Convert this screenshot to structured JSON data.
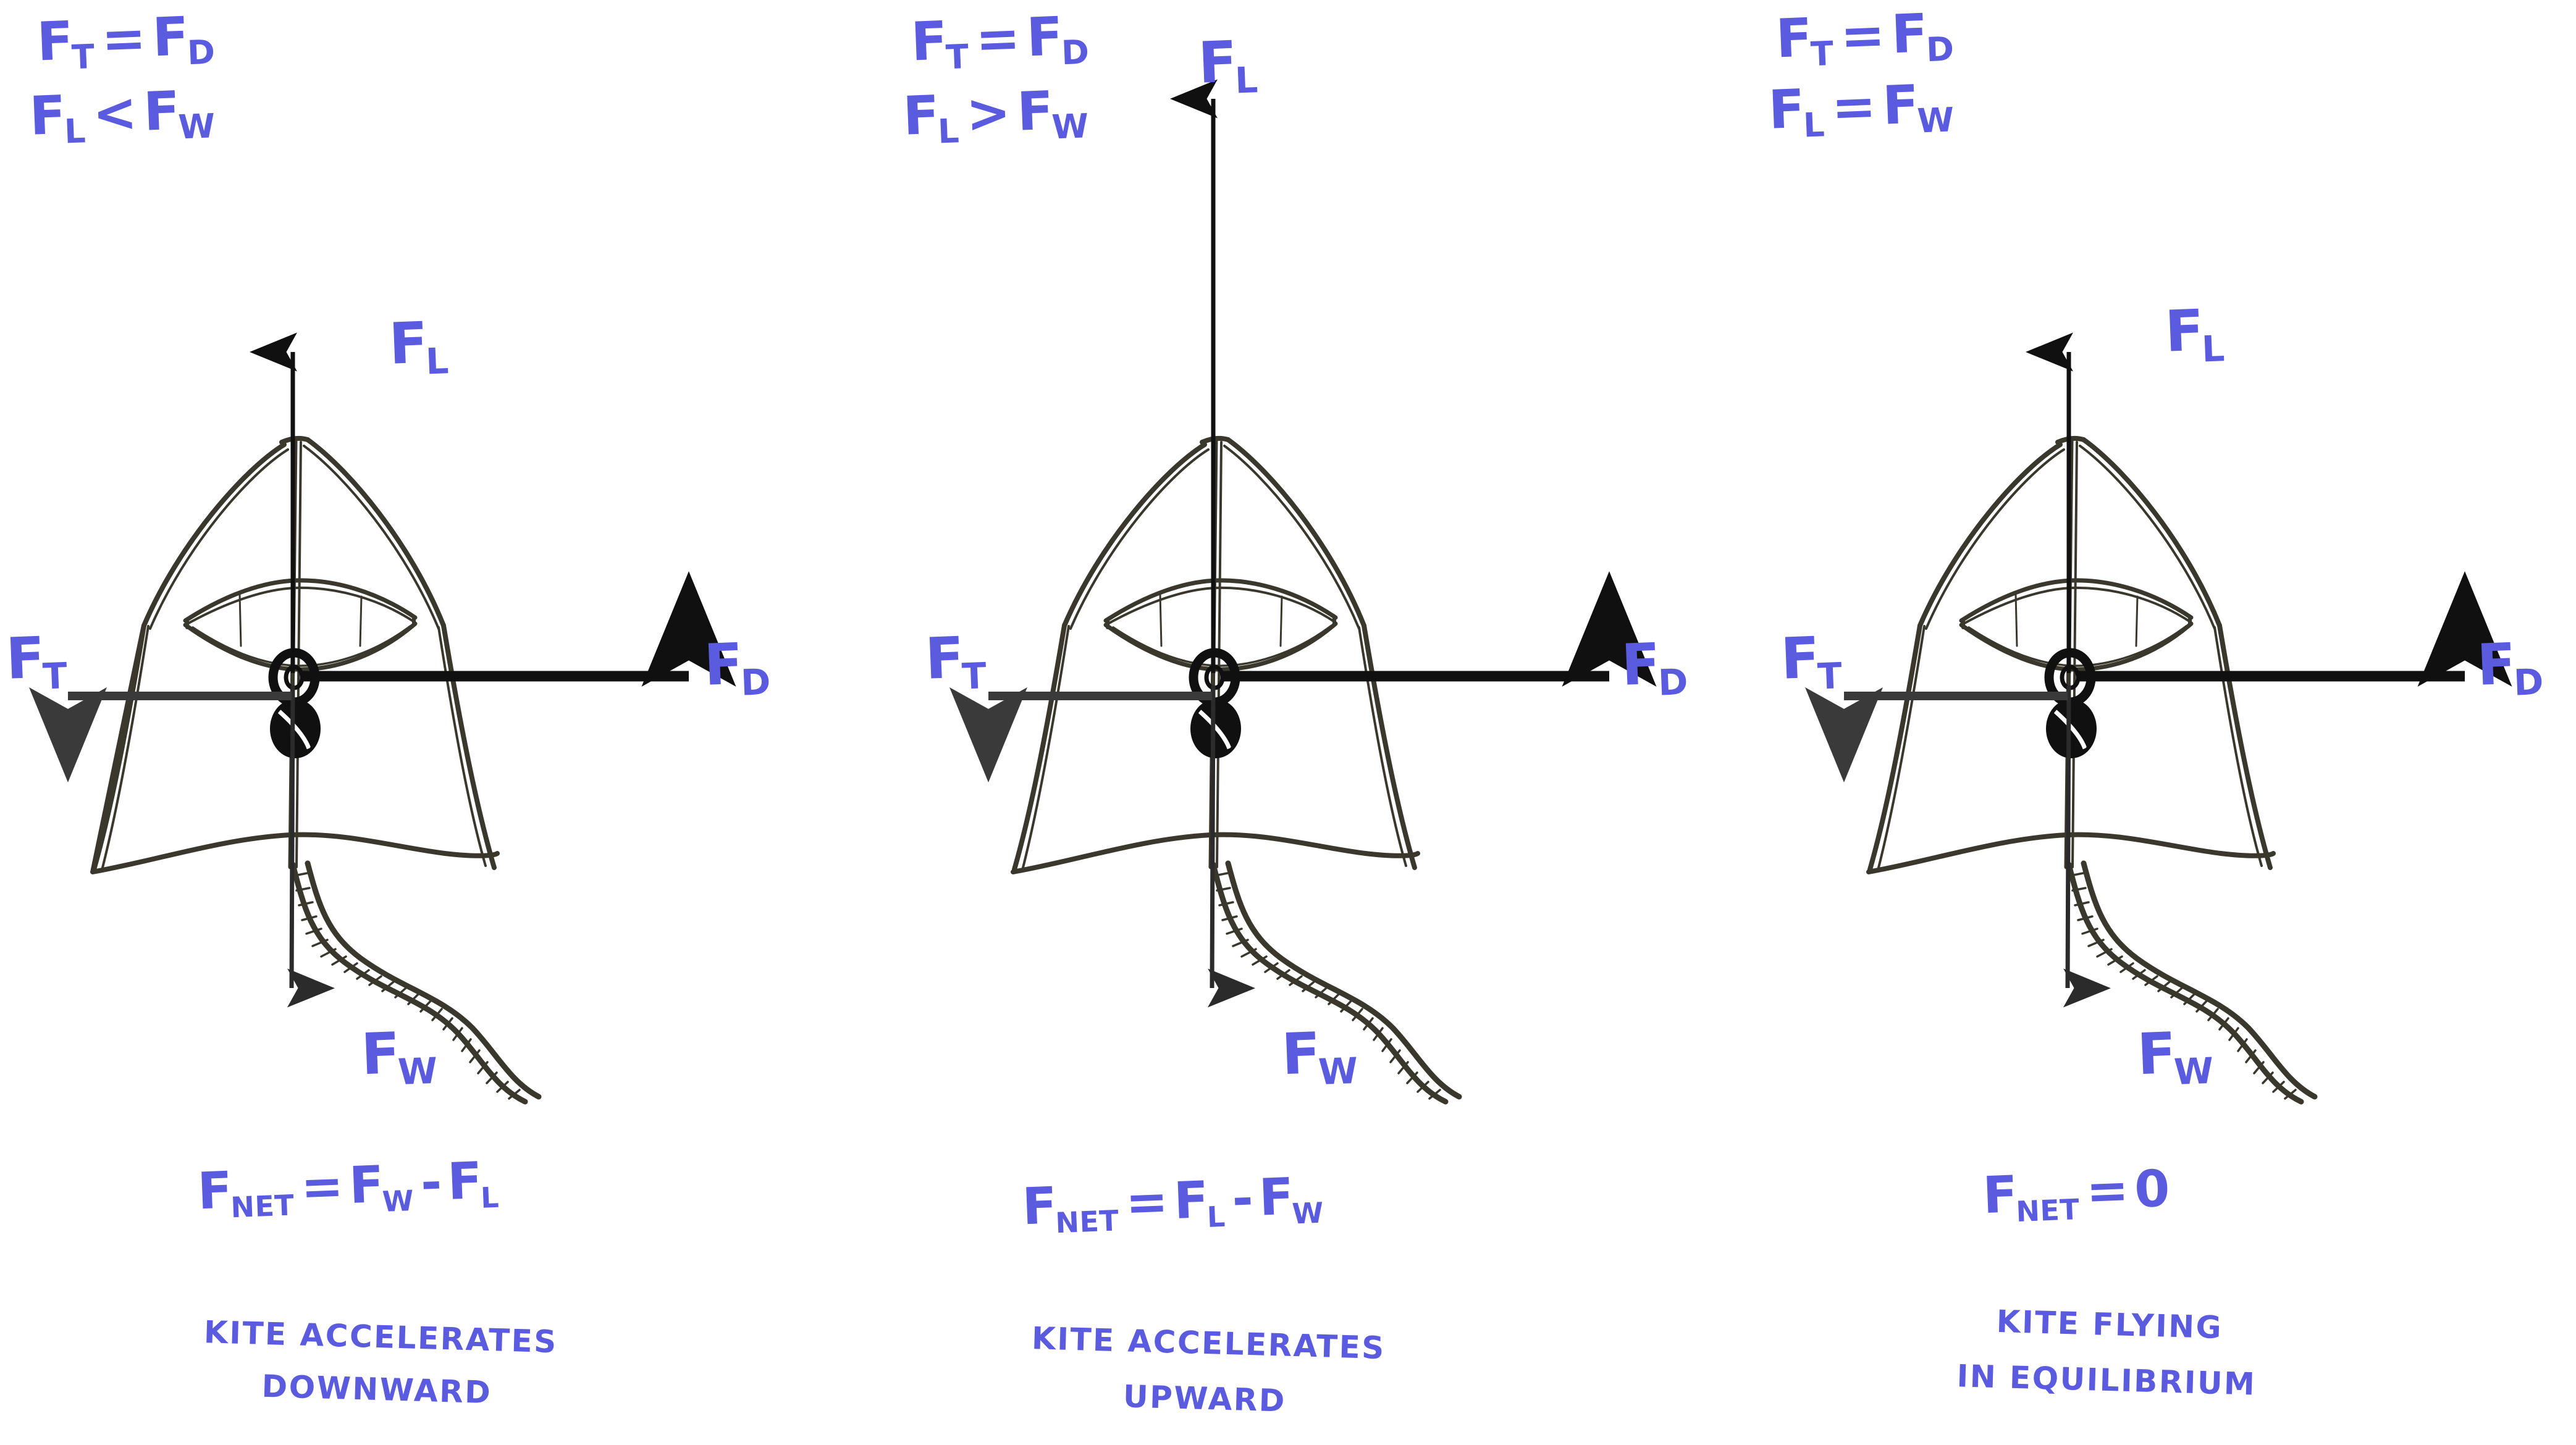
{
  "diagram": {
    "title": "Kite force analysis - three cases",
    "ink_blue": "#5b5be0",
    "ink_sepia": "#3a372c",
    "ink_black": "#101010",
    "background": "#ffffff"
  },
  "panels": [
    {
      "id": "panel-1",
      "conditions": [
        {
          "lhs": "F",
          "lhs_sub": "T",
          "op": "=",
          "rhs": "F",
          "rhs_sub": "D"
        },
        {
          "lhs": "F",
          "lhs_sub": "L",
          "op": "<",
          "rhs": "F",
          "rhs_sub": "W"
        }
      ],
      "forces": {
        "lift": {
          "label": "F",
          "sub": "L",
          "direction": "up"
        },
        "drag": {
          "label": "F",
          "sub": "D",
          "direction": "right"
        },
        "tension": {
          "label": "F",
          "sub": "T",
          "direction": "left"
        },
        "weight": {
          "label": "F",
          "sub": "W",
          "direction": "down"
        }
      },
      "net_equation": {
        "lhs": "F",
        "lhs_sub": "NET",
        "op": "=",
        "term1": "F",
        "term1_sub": "W",
        "operator": "-",
        "term2": "F",
        "term2_sub": "L"
      },
      "caption_line_1": "KITE ACCELERATES",
      "caption_line_2": "DOWNWARD"
    },
    {
      "id": "panel-2",
      "conditions": [
        {
          "lhs": "F",
          "lhs_sub": "T",
          "op": "=",
          "rhs": "F",
          "rhs_sub": "D"
        },
        {
          "lhs": "F",
          "lhs_sub": "L",
          "op": ">",
          "rhs": "F",
          "rhs_sub": "W"
        }
      ],
      "forces": {
        "lift": {
          "label": "F",
          "sub": "L",
          "direction": "up"
        },
        "drag": {
          "label": "F",
          "sub": "D",
          "direction": "right"
        },
        "tension": {
          "label": "F",
          "sub": "T",
          "direction": "left"
        },
        "weight": {
          "label": "F",
          "sub": "W",
          "direction": "down"
        }
      },
      "net_equation": {
        "lhs": "F",
        "lhs_sub": "NET",
        "op": "=",
        "term1": "F",
        "term1_sub": "L",
        "operator": "-",
        "term2": "F",
        "term2_sub": "W"
      },
      "caption_line_1": "KITE ACCELERATES",
      "caption_line_2": "UPWARD"
    },
    {
      "id": "panel-3",
      "conditions": [
        {
          "lhs": "F",
          "lhs_sub": "T",
          "op": "=",
          "rhs": "F",
          "rhs_sub": "D"
        },
        {
          "lhs": "F",
          "lhs_sub": "L",
          "op": "=",
          "rhs": "F",
          "rhs_sub": "W"
        }
      ],
      "forces": {
        "lift": {
          "label": "F",
          "sub": "L",
          "direction": "up"
        },
        "drag": {
          "label": "F",
          "sub": "D",
          "direction": "right"
        },
        "tension": {
          "label": "F",
          "sub": "T",
          "direction": "left"
        },
        "weight": {
          "label": "F",
          "sub": "W",
          "direction": "down"
        }
      },
      "net_equation": {
        "lhs": "F",
        "lhs_sub": "NET",
        "op": "=",
        "term1": "0",
        "term1_sub": "",
        "operator": "",
        "term2": "",
        "term2_sub": ""
      },
      "caption_line_1": "KITE FLYING",
      "caption_line_2": "IN EQUILIBRIUM"
    }
  ]
}
